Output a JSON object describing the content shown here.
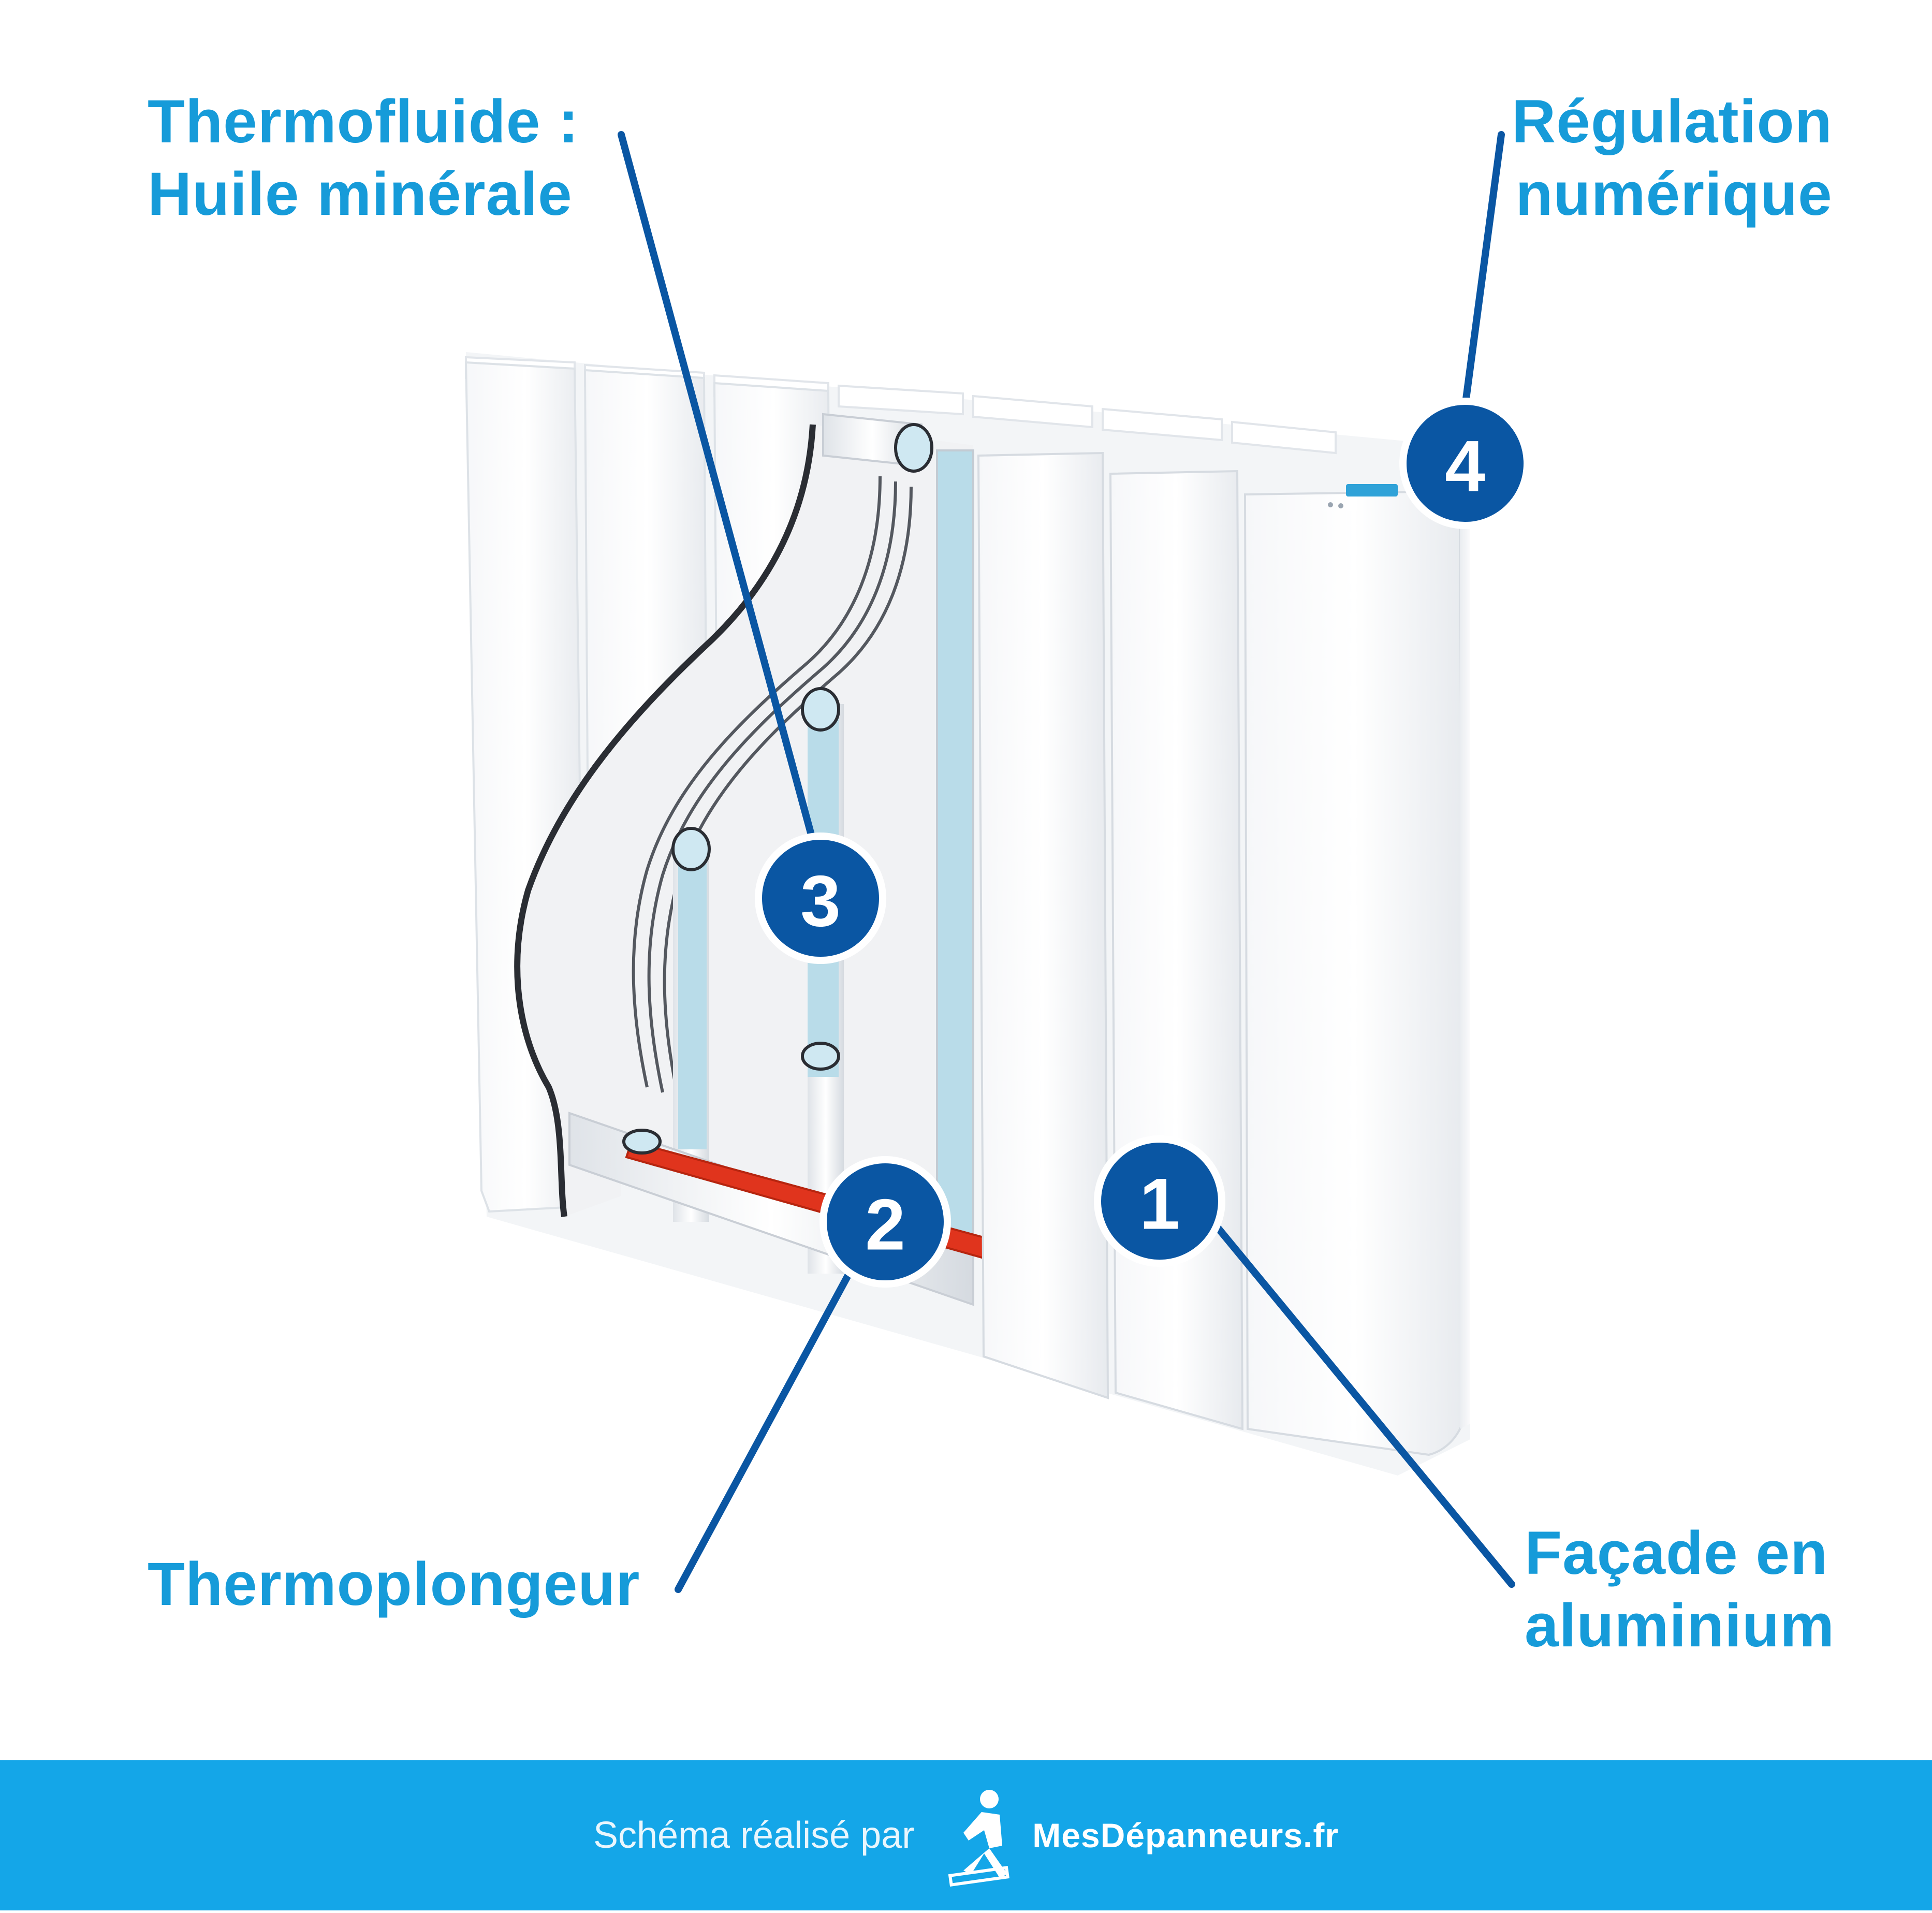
{
  "callouts": [
    {
      "number": "1",
      "label_lines": [
        "Façade en",
        "aluminium"
      ]
    },
    {
      "number": "2",
      "label_lines": [
        "Thermoplongeur"
      ]
    },
    {
      "number": "3",
      "label_lines": [
        "Thermofluide :",
        "Huile minérale"
      ]
    },
    {
      "number": "4",
      "label_lines": [
        "Régulation",
        "numérique"
      ]
    }
  ],
  "footer": {
    "credit": "Schéma réalisé par",
    "brand": "MesDépanneurs.fr",
    "brand_icon": "repairman-logo-icon"
  },
  "colors": {
    "label_text": "#169bd9",
    "badge_fill": "#0a56a3",
    "leader_line": "#0a56a3",
    "footer_background": "#14a6e8",
    "thermal_fluid": "#b9dce9",
    "heating_element": "#e0341d",
    "display": "#2fa2d8"
  }
}
